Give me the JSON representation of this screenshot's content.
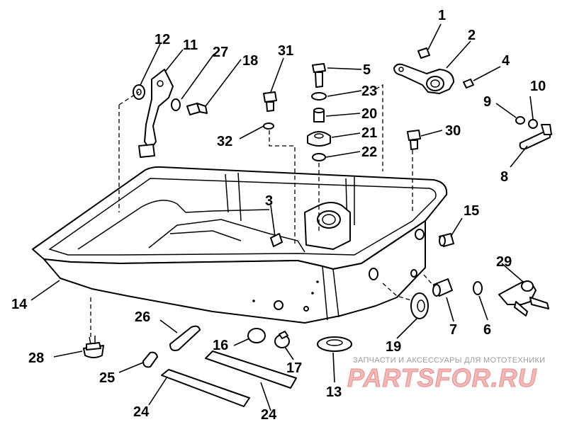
{
  "watermark": {
    "tagline": "ЗАПЧАСТИ И АКСЕССУАРЫ ДЛЯ МОТОТЕХНИКИ",
    "logo": "PARTSFOR.RU"
  },
  "callouts": {
    "c1": "1",
    "c2": "2",
    "c3": "3",
    "c4": "4",
    "c5": "5",
    "c6": "6",
    "c7": "7",
    "c8": "8",
    "c9": "9",
    "c10": "10",
    "c11": "11",
    "c12": "12",
    "c13": "13",
    "c14": "14",
    "c15": "15",
    "c16": "16",
    "c17": "17",
    "c18": "18",
    "c19": "19",
    "c20": "20",
    "c21": "21",
    "c22": "22",
    "c23": "23",
    "c24a": "24",
    "c24b": "24",
    "c25": "25",
    "c26": "26",
    "c27": "27",
    "c28": "28",
    "c29": "29",
    "c30": "30",
    "c31": "31",
    "c32": "32"
  }
}
